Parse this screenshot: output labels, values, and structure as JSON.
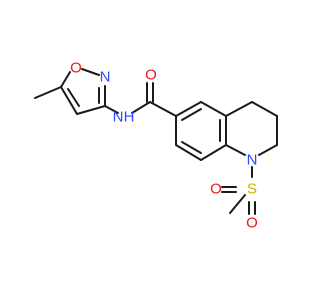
{
  "molecule": {
    "atoms": {
      "o_carbonyl": {
        "symbol": "O",
        "color": "#e8181c"
      },
      "n_amide": {
        "symbol": "N",
        "color": "#2a49ff"
      },
      "h_amide": {
        "symbol": "H",
        "color": "#2a49ff"
      },
      "o_ring": {
        "symbol": "O",
        "color": "#e8181c"
      },
      "n_ring": {
        "symbol": "N",
        "color": "#2a49ff"
      },
      "n_quin": {
        "symbol": "N",
        "color": "#2a49ff"
      },
      "s_sulf": {
        "symbol": "S",
        "color": "#c9b300"
      },
      "o_sulf_1": {
        "symbol": "O",
        "color": "#e8181c"
      },
      "o_sulf_2": {
        "symbol": "O",
        "color": "#e8181c"
      }
    }
  }
}
